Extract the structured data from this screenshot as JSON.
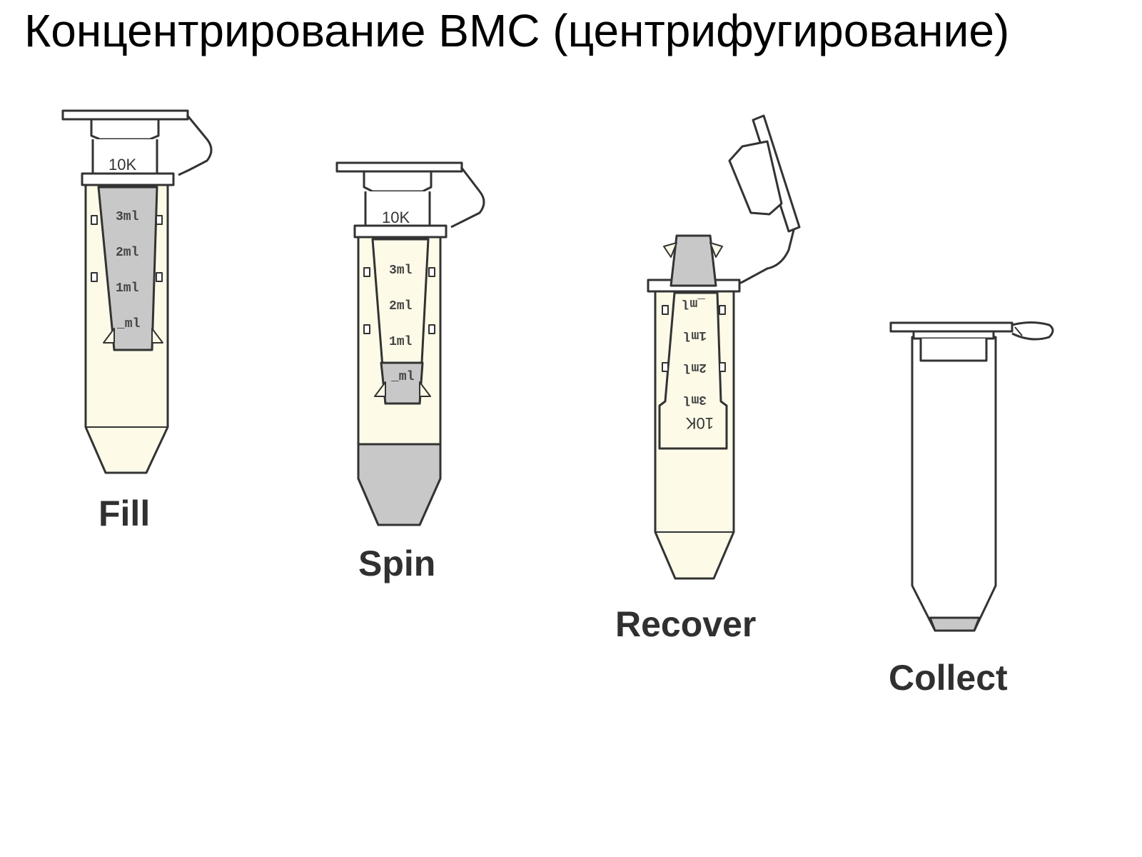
{
  "title": "Концентрирование ВМС (центрифугирование)",
  "steps": [
    {
      "label": "Fill",
      "insert_state": "filled",
      "filtrate_state": "empty"
    },
    {
      "label": "Spin",
      "insert_state": "concentrated",
      "filtrate_state": "filtrate"
    },
    {
      "label": "Recover",
      "insert_state": "inverted",
      "filtrate_state": "empty"
    },
    {
      "label": "Collect",
      "insert_state": "removed",
      "filtrate_state": "concentrate"
    }
  ],
  "device_marks": {
    "cutoff": "10K",
    "gradations": [
      "3ml",
      "2ml",
      "1ml",
      "_ml"
    ]
  },
  "colors": {
    "outline": "#333333",
    "tube_fill": "#fdfbe8",
    "liquid": "#c8c8c8",
    "cap": "#ffffff"
  }
}
